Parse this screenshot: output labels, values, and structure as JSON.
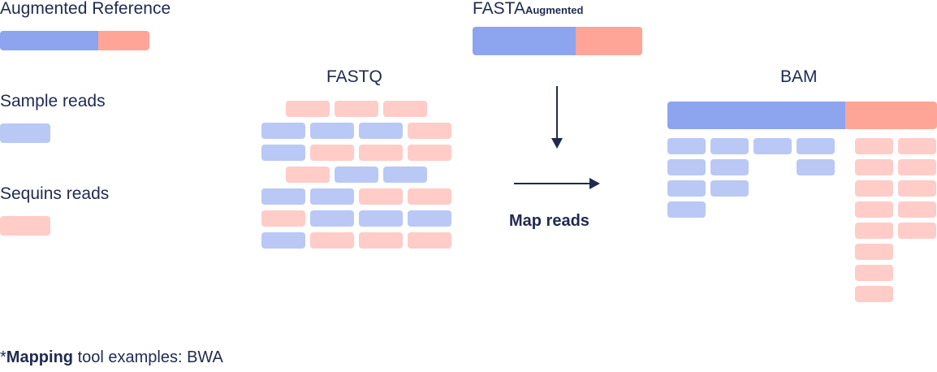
{
  "colors": {
    "text": "#1f2a50",
    "sample_dark": "#8da4ee",
    "sequin_dark": "#ffa598",
    "sample_light": "#bac8f5",
    "sequin_light": "#ffccc8"
  },
  "legend": {
    "augmented_reference": "Augmented Reference",
    "augmented_reference_split": {
      "sample": 0.66,
      "sequin": 0.34
    },
    "sample_reads": "Sample reads",
    "sequins_reads": "Sequins reads"
  },
  "fastq": {
    "title": "FASTQ",
    "rows": [
      {
        "offset": true,
        "reads": [
          "sequin",
          "sequin",
          "sequin"
        ]
      },
      {
        "offset": false,
        "reads": [
          "sample",
          "sample",
          "sample",
          "sequin"
        ]
      },
      {
        "offset": false,
        "reads": [
          "sample",
          "sequin",
          "sequin",
          "sequin"
        ]
      },
      {
        "offset": true,
        "reads": [
          "sequin",
          "sample",
          "sample"
        ]
      },
      {
        "offset": false,
        "reads": [
          "sample",
          "sample",
          "sequin",
          "sequin"
        ]
      },
      {
        "offset": false,
        "reads": [
          "sequin",
          "sample",
          "sample",
          "sample"
        ]
      },
      {
        "offset": false,
        "reads": [
          "sample",
          "sequin",
          "sequin",
          "sequin"
        ]
      }
    ]
  },
  "fasta": {
    "title": "FASTA",
    "subscript": "Augmented",
    "split": {
      "sample": 0.61,
      "sequin": 0.39
    }
  },
  "map": {
    "label": "Map reads"
  },
  "bam": {
    "title": "BAM",
    "split": {
      "sample": 0.66,
      "sequin": 0.34
    },
    "sample_columns": [
      4,
      3,
      1,
      2
    ],
    "sequin_columns": [
      8,
      5
    ]
  },
  "footnote": {
    "prefix": "*",
    "bold": "Mapping",
    "rest": " tool examples: BWA"
  }
}
